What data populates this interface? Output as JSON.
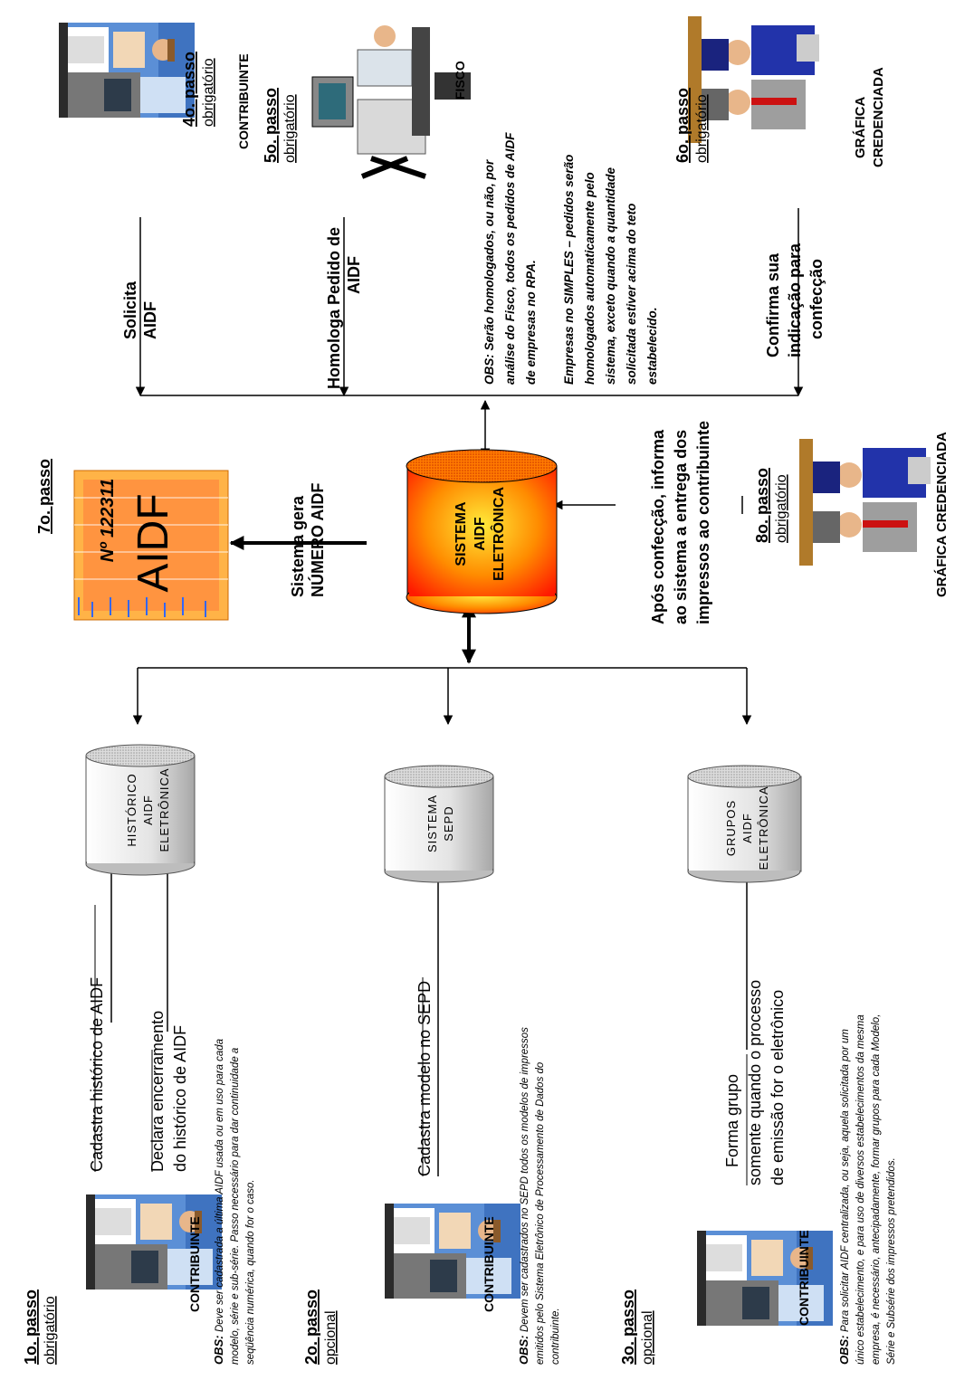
{
  "steps": {
    "s1": {
      "label": "1o. passo",
      "kind": "obrigatório",
      "actor": "CONTRIBUINTE"
    },
    "s2": {
      "label": "2o. passo",
      "kind": "opcional",
      "actor": "CONTRIBUINTE"
    },
    "s3": {
      "label": "3o. passo",
      "kind": "opcional",
      "actor": "CONTRIBUINTE"
    },
    "s4": {
      "label": "4o. passo",
      "kind": "obrigatório",
      "actor": "CONTRIBUINTE"
    },
    "s5": {
      "label": "5o. passo",
      "kind": "obrigatório",
      "actor": "FISCO"
    },
    "s6": {
      "label": "6o. passo",
      "kind": "obrigatório",
      "actor_l1": "GRÁFICA",
      "actor_l2": "CREDENCIADA"
    },
    "s7": {
      "label": "7o. passo"
    },
    "s8": {
      "label": "8o. passo",
      "kind": "obrigatório",
      "actor": "GRÁFICA CREDENCIADA"
    }
  },
  "databases": {
    "central": {
      "l1": "SISTEMA",
      "l2": "AIDF",
      "l3": "ELETRÔNICA"
    },
    "historico": {
      "l1": "HISTÓRICO",
      "l2": "AIDF",
      "l3": "ELETRÔNICA"
    },
    "sepd": {
      "l1": "SISTEMA",
      "l2": "SEPD"
    },
    "grupos": {
      "l1": "GRUPOS",
      "l2": "AIDF",
      "l3": "ELETRÔNICA"
    }
  },
  "actions": {
    "cadastra_historico": "Cadastra histórico de AIDF",
    "declara_l1": "Declara encerramento",
    "declara_l2": "do  histórico de AIDF",
    "cadastra_sepd": "Cadastra modelo no SEPD",
    "forma_grupo_l1": "Forma grupo",
    "forma_grupo_l2": "somente quando o processo",
    "forma_grupo_l3": "de emissão for o eletrônico",
    "solicita_l1": "Solicita",
    "solicita_l2": "AIDF",
    "homologa_l1": "Homologa Pedido de",
    "homologa_l2": "AIDF",
    "confirma_l1": "Confirma sua",
    "confirma_l2": "indicação para",
    "confirma_l3": "confecção",
    "sistema_gera_l1": "Sistema gera",
    "sistema_gera_l2": "NÚMERO AIDF",
    "apos_l1": "Após confecção, informa",
    "apos_l2": "ao sistema a entrega dos",
    "apos_l3": "impressos ao contribuinte"
  },
  "notes": {
    "obs_label": "OBS:",
    "obs1_l1": "Deve ser cadastrada a última AIDF usada ou em uso para cada",
    "obs1_l2": "modelo, série e sub-série. Passo necessário para dar continuidade a",
    "obs1_l3": "seqüência numérica, quando for o caso.",
    "obs2_l1": "Devem ser cadastrados no SEPD todos os modelos de impressos",
    "obs2_l2": "emitidos pelo Sistema Eletrônico de Processamento de Dados do",
    "obs2_l3": "contribuinte.",
    "obs3_l1": "Para solicitar AIDF centralizada, ou seja, aquela solicitada por um",
    "obs3_l2": "único estabelecimento, e para uso de diversos estabelecimentos da mesma",
    "obs3_l3": "empresa, é necessário, antecipadamente, formar grupos para cada Modelo,",
    "obs3_l4": "Série e Subsérie dos impressos pretendidos.",
    "obs4_l1": "OBS: Serão homologados, ou não, por",
    "obs4_l2": "análise do Fisco, todos os pedidos de AIDF",
    "obs4_l3": "de empresas no RPA.",
    "obs5_l1": "Empresas no SIMPLES – pedidos serão",
    "obs5_l2": "homologados automaticamente pelo",
    "obs5_l3": "sistema, exceto quando a quantidade",
    "obs5_l4": "solicitada estiver acima do teto",
    "obs5_l5": "estabelecido."
  },
  "aidf_form": {
    "title": "AIDF",
    "number": "Nº 122311"
  },
  "colors": {
    "cyl_top": "#ff9d1a",
    "cyl_body": "#ff4a00",
    "cyl_gray": "#cfcfcf",
    "screen_blue": "#2255cc"
  }
}
